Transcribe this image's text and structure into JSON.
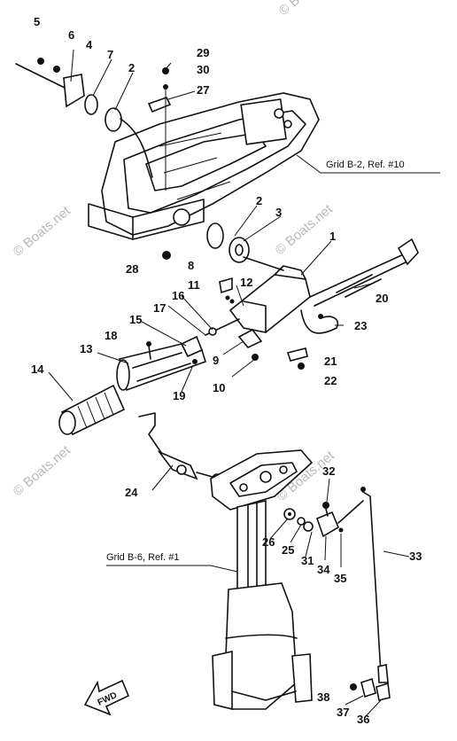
{
  "watermark": {
    "text": "© Boats.net"
  },
  "references": {
    "grid_b2": "Grid B-2, Ref. #10",
    "grid_b6": "Grid B-6, Ref. #1"
  },
  "forward_arrow": {
    "label": "FWD"
  },
  "callouts": {
    "c1": "1",
    "c2a": "2",
    "c2b": "2",
    "c3": "3",
    "c4": "4",
    "c5": "5",
    "c6": "6",
    "c7": "7",
    "c8": "8",
    "c9": "9",
    "c10": "10",
    "c11": "11",
    "c12": "12",
    "c13": "13",
    "c14": "14",
    "c15": "15",
    "c16": "16",
    "c17": "17",
    "c18": "18",
    "c19": "19",
    "c20": "20",
    "c21": "21",
    "c22": "22",
    "c23": "23",
    "c24": "24",
    "c25": "25",
    "c26": "26",
    "c27": "27",
    "c28": "28",
    "c29": "29",
    "c30": "30",
    "c31": "31",
    "c32": "32",
    "c33": "33",
    "c34": "34",
    "c35": "35",
    "c36": "36",
    "c37": "37",
    "c38": "38"
  }
}
